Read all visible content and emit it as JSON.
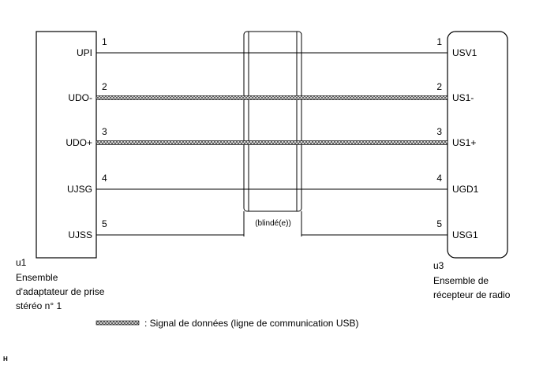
{
  "left_component": {
    "id": "u1",
    "caption_lines": [
      "Ensemble",
      "d'adaptateur de prise",
      "stéréo n° 1"
    ]
  },
  "right_component": {
    "id": "u3",
    "caption_lines": [
      "Ensemble de",
      "récepteur de radio"
    ]
  },
  "wires": [
    {
      "left_label": "UPI",
      "left_pin": "1",
      "right_pin": "1",
      "right_label": "USV1",
      "signal": false
    },
    {
      "left_label": "UDO-",
      "left_pin": "2",
      "right_pin": "2",
      "right_label": "US1-",
      "signal": true
    },
    {
      "left_label": "UDO+",
      "left_pin": "3",
      "right_pin": "3",
      "right_label": "US1+",
      "signal": true
    },
    {
      "left_label": "UJSG",
      "left_pin": "4",
      "right_pin": "4",
      "right_label": "UGD1",
      "signal": false
    },
    {
      "left_label": "UJSS",
      "left_pin": "5",
      "right_pin": "5",
      "right_label": "USG1",
      "signal": false
    }
  ],
  "shield_label": "(blindé(e))",
  "legend_text": ": Signal de données (ligne de communication USB)",
  "corner_mark": "H"
}
